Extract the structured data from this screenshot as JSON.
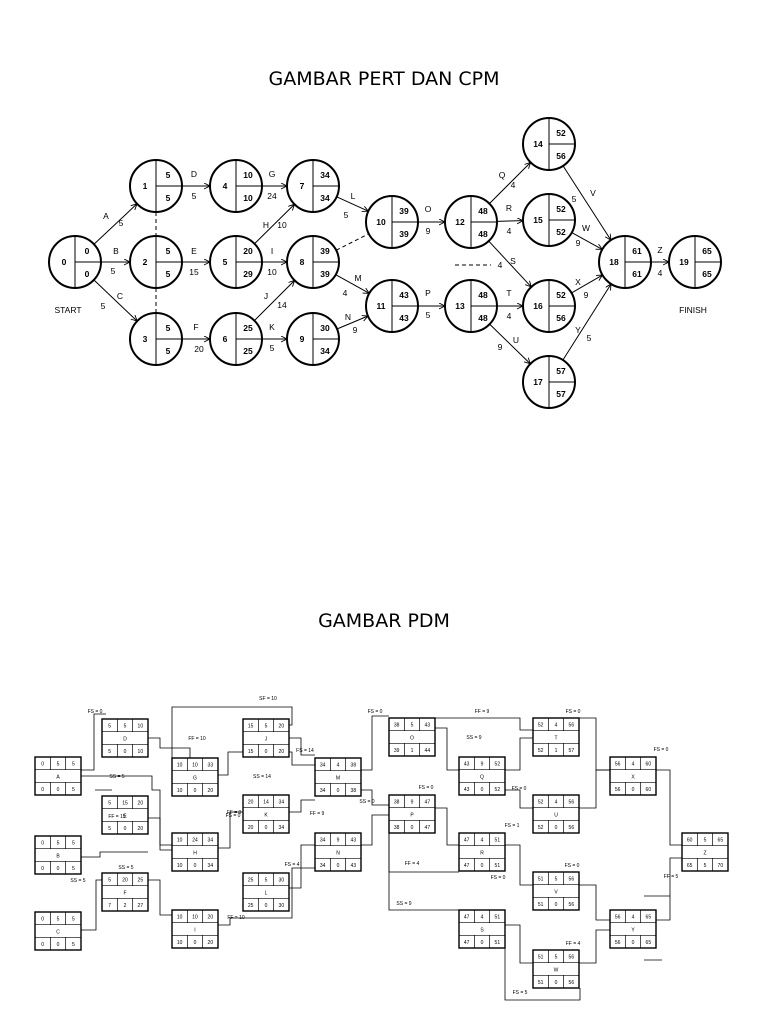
{
  "titles": {
    "pert": "GAMBAR PERT DAN CPM",
    "pdm": "GAMBAR PDM"
  },
  "pert": {
    "start_label": "START",
    "finish_label": "FINISH",
    "nodes": [
      {
        "id": "0",
        "es": "0",
        "lf": "0"
      },
      {
        "id": "1",
        "es": "5",
        "lf": "5"
      },
      {
        "id": "2",
        "es": "5",
        "lf": "5"
      },
      {
        "id": "3",
        "es": "5",
        "lf": "5"
      },
      {
        "id": "4",
        "es": "10",
        "lf": "10"
      },
      {
        "id": "5",
        "es": "20",
        "lf": "29"
      },
      {
        "id": "6",
        "es": "25",
        "lf": "25"
      },
      {
        "id": "7",
        "es": "34",
        "lf": "34"
      },
      {
        "id": "8",
        "es": "39",
        "lf": "39"
      },
      {
        "id": "9",
        "es": "30",
        "lf": "34"
      },
      {
        "id": "10",
        "es": "39",
        "lf": "39"
      },
      {
        "id": "11",
        "es": "43",
        "lf": "43"
      },
      {
        "id": "12",
        "es": "48",
        "lf": "48"
      },
      {
        "id": "13",
        "es": "48",
        "lf": "48"
      },
      {
        "id": "14",
        "es": "52",
        "lf": "56"
      },
      {
        "id": "15",
        "es": "52",
        "lf": "52"
      },
      {
        "id": "16",
        "es": "52",
        "lf": "56"
      },
      {
        "id": "17",
        "es": "57",
        "lf": "57"
      },
      {
        "id": "18",
        "es": "61",
        "lf": "61"
      },
      {
        "id": "19",
        "es": "65",
        "lf": "65"
      }
    ],
    "activities": [
      {
        "name": "A",
        "dur": "5"
      },
      {
        "name": "B",
        "dur": "5"
      },
      {
        "name": "C",
        "dur": "5"
      },
      {
        "name": "D",
        "dur": "5"
      },
      {
        "name": "E",
        "dur": "15"
      },
      {
        "name": "F",
        "dur": "20"
      },
      {
        "name": "G",
        "dur": "24"
      },
      {
        "name": "H",
        "dur": "10"
      },
      {
        "name": "I",
        "dur": "10"
      },
      {
        "name": "J",
        "dur": "14"
      },
      {
        "name": "K",
        "dur": "5"
      },
      {
        "name": "L",
        "dur": "5"
      },
      {
        "name": "M",
        "dur": "4"
      },
      {
        "name": "N",
        "dur": "9"
      },
      {
        "name": "O",
        "dur": "9"
      },
      {
        "name": "P",
        "dur": "5"
      },
      {
        "name": "Q",
        "dur": "4"
      },
      {
        "name": "R",
        "dur": "4"
      },
      {
        "name": "S",
        "dur": "4"
      },
      {
        "name": "T",
        "dur": "4"
      },
      {
        "name": "U",
        "dur": "9"
      },
      {
        "name": "V",
        "dur": "5"
      },
      {
        "name": "W",
        "dur": "9"
      },
      {
        "name": "X",
        "dur": "9"
      },
      {
        "name": "Y",
        "dur": "5"
      },
      {
        "name": "Z",
        "dur": "4"
      }
    ]
  },
  "pdm": {
    "boxes": [
      {
        "name": "A",
        "es": "0",
        "d": "5",
        "ef": "5",
        "ls": "0",
        "tf": "0",
        "lf": "5"
      },
      {
        "name": "D",
        "es": "5",
        "d": "5",
        "ef": "10",
        "ls": "5",
        "tf": "0",
        "lf": "10"
      },
      {
        "name": "E",
        "es": "5",
        "d": "15",
        "ef": "20",
        "ls": "5",
        "tf": "0",
        "lf": "20"
      },
      {
        "name": "B",
        "es": "0",
        "d": "5",
        "ef": "5",
        "ls": "0",
        "tf": "0",
        "lf": "5"
      },
      {
        "name": "F",
        "es": "5",
        "d": "20",
        "ef": "25",
        "ls": "7",
        "tf": "2",
        "lf": "27"
      },
      {
        "name": "C",
        "es": "0",
        "d": "5",
        "ef": "5",
        "ls": "0",
        "tf": "0",
        "lf": "5"
      },
      {
        "name": "G",
        "es": "10",
        "d": "10",
        "ef": "33",
        "ls": "10",
        "tf": "0",
        "lf": "20"
      },
      {
        "name": "H",
        "es": "10",
        "d": "24",
        "ef": "34",
        "ls": "10",
        "tf": "0",
        "lf": "34"
      },
      {
        "name": "I",
        "es": "10",
        "d": "10",
        "ef": "20",
        "ls": "10",
        "tf": "0",
        "lf": "20"
      },
      {
        "name": "J",
        "es": "15",
        "d": "5",
        "ef": "20",
        "ls": "15",
        "tf": "0",
        "lf": "20"
      },
      {
        "name": "K",
        "es": "20",
        "d": "14",
        "ef": "34",
        "ls": "20",
        "tf": "0",
        "lf": "34"
      },
      {
        "name": "L",
        "es": "25",
        "d": "5",
        "ef": "30",
        "ls": "25",
        "tf": "0",
        "lf": "30"
      },
      {
        "name": "M",
        "es": "34",
        "d": "4",
        "ef": "38",
        "ls": "34",
        "tf": "0",
        "lf": "38"
      },
      {
        "name": "N",
        "es": "34",
        "d": "9",
        "ef": "43",
        "ls": "34",
        "tf": "0",
        "lf": "43"
      },
      {
        "name": "O",
        "es": "38",
        "d": "5",
        "ef": "43",
        "ls": "39",
        "tf": "1",
        "lf": "44"
      },
      {
        "name": "P",
        "es": "38",
        "d": "9",
        "ef": "47",
        "ls": "38",
        "tf": "0",
        "lf": "47"
      },
      {
        "name": "Q",
        "es": "43",
        "d": "9",
        "ef": "52",
        "ls": "43",
        "tf": "0",
        "lf": "52"
      },
      {
        "name": "R",
        "es": "47",
        "d": "4",
        "ef": "51",
        "ls": "47",
        "tf": "0",
        "lf": "51"
      },
      {
        "name": "S",
        "es": "47",
        "d": "4",
        "ef": "51",
        "ls": "47",
        "tf": "0",
        "lf": "51"
      },
      {
        "name": "T",
        "es": "52",
        "d": "4",
        "ef": "56",
        "ls": "52",
        "tf": "1",
        "lf": "57"
      },
      {
        "name": "U",
        "es": "52",
        "d": "4",
        "ef": "56",
        "ls": "52",
        "tf": "0",
        "lf": "56"
      },
      {
        "name": "V",
        "es": "51",
        "d": "5",
        "ef": "56",
        "ls": "51",
        "tf": "0",
        "lf": "56"
      },
      {
        "name": "W",
        "es": "51",
        "d": "5",
        "ef": "56",
        "ls": "51",
        "tf": "0",
        "lf": "56"
      },
      {
        "name": "X",
        "es": "56",
        "d": "4",
        "ef": "60",
        "ls": "56",
        "tf": "0",
        "lf": "60"
      },
      {
        "name": "Y",
        "es": "56",
        "d": "4",
        "ef": "65",
        "ls": "56",
        "tf": "0",
        "lf": "65"
      },
      {
        "name": "Z",
        "es": "60",
        "d": "5",
        "ef": "65",
        "ls": "65",
        "tf": "5",
        "lf": "70"
      }
    ],
    "relations": [
      "FS = 0",
      "SF = 10",
      "FF = 10",
      "FS = 14",
      "SS = 5",
      "SS = 14",
      "FF = 15",
      "FF = 0",
      "FS = 0",
      "FF = 9",
      "SS = 0",
      "SS = 5",
      "SS = 5",
      "FS = 4",
      "FS = 0",
      "FF = 9",
      "SS = 9",
      "FS = 0",
      "FS = 0",
      "FS = 0",
      "FS = 1",
      "FF = 4",
      "FS = 0",
      "FS = 0",
      "SS = 9",
      "FF = 5",
      "FF = 4",
      "FS = 5",
      "FF = 10",
      "FS = 0"
    ]
  }
}
